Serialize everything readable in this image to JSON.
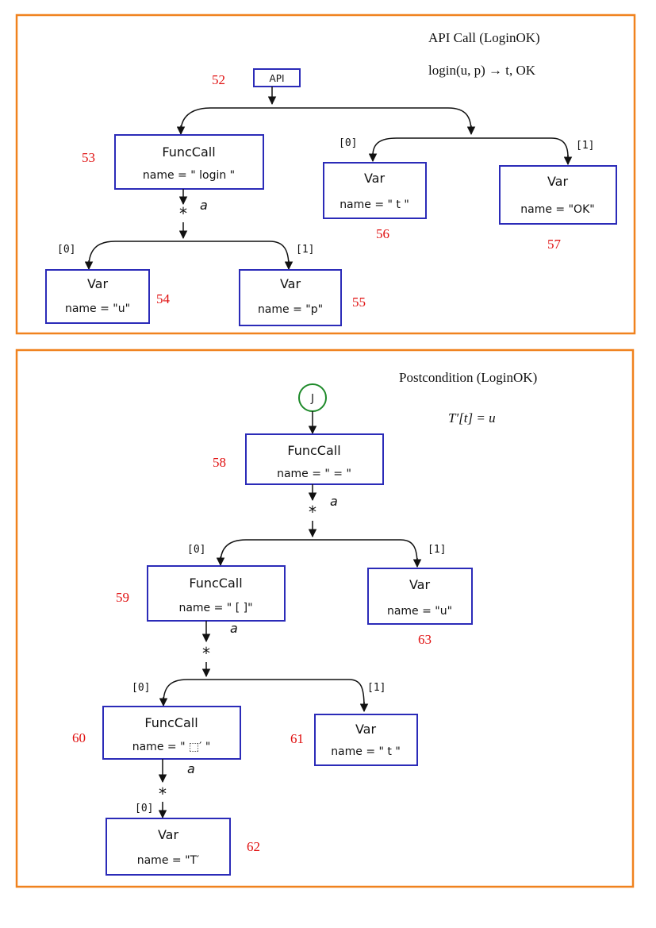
{
  "panels": [
    {
      "title": "API Call (LoginOK)",
      "formula": "login(u, p) → t, OK"
    },
    {
      "title": "Postcondition (LoginOK)",
      "formula": "T′[t] = u"
    }
  ],
  "nodes": {
    "api": {
      "label": "API",
      "id": "52"
    },
    "n53": {
      "kind": "FuncCall",
      "name": "name = \" login \"",
      "id": "53"
    },
    "n54": {
      "kind": "Var",
      "name": "name = \"u\"",
      "id": "54"
    },
    "n55": {
      "kind": "Var",
      "name": "name = \"p\"",
      "id": "55"
    },
    "n56": {
      "kind": "Var",
      "name": "name = \" t \"",
      "id": "56"
    },
    "n57": {
      "kind": "Var",
      "name": "name = \"OK\"",
      "id": "57"
    },
    "root_j": {
      "label": "J"
    },
    "n58": {
      "kind": "FuncCall",
      "name": "name = \" = \"",
      "id": "58"
    },
    "n59": {
      "kind": "FuncCall",
      "name": "name = \" [ ]\"",
      "id": "59"
    },
    "n60": {
      "kind": "FuncCall",
      "name": "name = \" ⬚′ \"",
      "id": "60"
    },
    "n61": {
      "kind": "Var",
      "name": "name = \" t \"",
      "id": "61"
    },
    "n62": {
      "kind": "Var",
      "name": "name = \"T′",
      "id": "62"
    },
    "n63": {
      "kind": "Var",
      "name": "name = \"u\"",
      "id": "63"
    }
  },
  "edge_labels": {
    "star": "*",
    "arg": "a",
    "idx0": "[0]",
    "idx1": "[1]"
  },
  "colors": {
    "panel_border": "#f0821e",
    "node_border": "#2b2bb8",
    "id_text": "#e01010",
    "root_circle": "#1e8a2a",
    "edge": "#111111"
  }
}
